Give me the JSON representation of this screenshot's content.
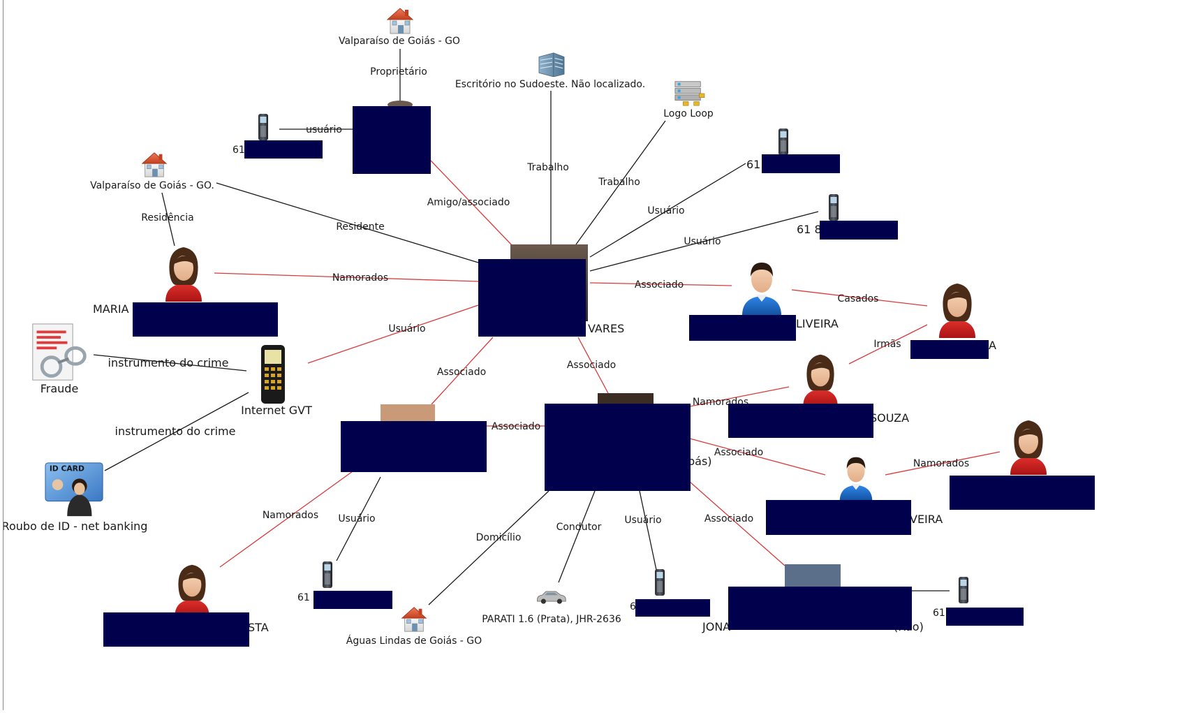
{
  "colors": {
    "background": "#ffffff",
    "edge_red": "#d93a3a",
    "edge_black": "#1a1a1a",
    "redaction": "#00004d",
    "female_shirt": "#c81e1e",
    "male_shirt": "#1b62c7"
  },
  "nodes": {
    "valparaiso_go": {
      "label": "Valparaíso de Goiás - GO",
      "icon": "house-icon"
    },
    "valparaiso_go_dot": {
      "label": "Valparaíso de Goiás - GO.",
      "icon": "house-icon"
    },
    "escritorio": {
      "label": "Escritório no Sudoeste. Não localizado.",
      "icon": "building-icon"
    },
    "logo_loop": {
      "label": "Logo Loop",
      "icon": "server-icon"
    },
    "phone_top_left": {
      "label": "61",
      "icon": "phone-icon"
    },
    "phone_top_right": {
      "label": "61",
      "icon": "phone-icon"
    },
    "phone_right": {
      "label": "61 8",
      "icon": "phone-icon"
    },
    "maria": {
      "label": "MARIA",
      "icon": "female-avatar-icon"
    },
    "central": {
      "label": "VARES",
      "icon": "photo-icon"
    },
    "oliveira_male": {
      "label": "LIVEIRA",
      "icon": "male-avatar-icon"
    },
    "female_casados": {
      "label": "",
      "icon": "female-avatar-icon"
    },
    "female_irmas": {
      "label": "A",
      "icon": "female-avatar-icon"
    },
    "fraude": {
      "label": "Fraude",
      "icon": "handcuffs-icon"
    },
    "internet_gvt": {
      "label": "Internet GVT",
      "icon": "mobile-phone-icon"
    },
    "roubo_id": {
      "label": "Roubo de ID - net banking",
      "icon": "id-card-icon"
    },
    "assoc_left": {
      "label": "",
      "icon": "photo-icon"
    },
    "assoc_center": {
      "label": "pás)",
      "icon": "photo-icon"
    },
    "souza_female": {
      "label": "SOUZA",
      "icon": "female-avatar-icon"
    },
    "veira_male": {
      "label": "VEIRA",
      "icon": "male-avatar-icon"
    },
    "female_far_right": {
      "label": "",
      "icon": "female-avatar-icon"
    },
    "costa_female": {
      "label": "STA",
      "icon": "female-avatar-icon"
    },
    "phone_bottom_left": {
      "label": "61 9",
      "icon": "phone-icon"
    },
    "aguas_lindas": {
      "label": "Águas Lindas de Goiás - GO",
      "icon": "house-icon"
    },
    "parati": {
      "label": "PARATI 1.6 (Prata), JHR-2636",
      "icon": "car-icon"
    },
    "phone_bottom_center": {
      "label": "61",
      "icon": "phone-icon"
    },
    "jonathan": {
      "label": "JONA",
      "label_tail": "(Ruo)",
      "icon": "photo-icon"
    },
    "phone_bottom_right": {
      "label": "61",
      "icon": "phone-icon"
    },
    "top_person": {
      "label": "",
      "icon": "photo-icon"
    }
  },
  "edges": {
    "proprietario": "Proprietário",
    "usuario_top": "usuário",
    "trabalho_1": "Trabalho",
    "trabalho_2": "Trabalho",
    "usuario_1": "Usuário",
    "usuario_2": "Usuário",
    "residencia": "Residência",
    "residente": "Residente",
    "amigo_associado": "Amigo/associado",
    "namorados_1": "Namorados",
    "associado_1": "Associado",
    "casados": "Casados",
    "irmas": "Irmãs",
    "usuario_gvt": "Usuário",
    "instrumento_1": "instrumento do crime",
    "instrumento_2": "instrumento do crime",
    "associado_2": "Associado",
    "associado_3": "Associado",
    "associado_4": "Associado",
    "namorados_2": "Namorados",
    "associado_5": "Associado",
    "namorados_3": "Namorados",
    "namorados_4": "Namorados",
    "usuario_3": "Usuário",
    "domicilio": "Domicílio",
    "condutor": "Condutor",
    "usuario_4": "Usuário",
    "associado_6": "Associado"
  }
}
